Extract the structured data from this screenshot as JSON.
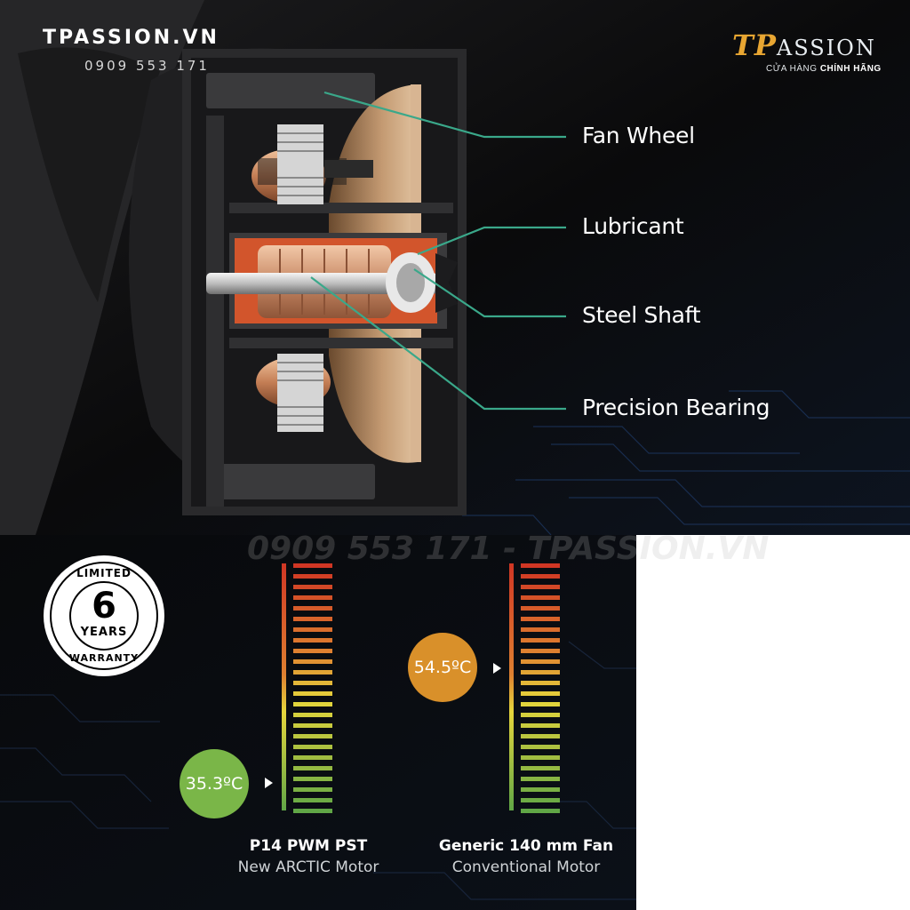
{
  "header": {
    "site_name": "TPASSION.VN",
    "phone": "0909 553 171"
  },
  "logo": {
    "brand_tp": "TP",
    "brand_rest": "ASSION",
    "tagline_prefix": "CỬA HÀNG ",
    "tagline_bold": "CHÍNH HÃNG"
  },
  "diagram": {
    "callouts": [
      {
        "label": "Fan Wheel"
      },
      {
        "label": "Lubricant"
      },
      {
        "label": "Steel Shaft"
      },
      {
        "label": "Precision Bearing"
      }
    ],
    "line_color": "#3aa88a"
  },
  "watermark": {
    "text": "0909 553 171 - TPASSION.VN"
  },
  "warranty": {
    "top_text": "LIMITED",
    "number": "6",
    "middle_text": "YEARS",
    "bottom_text": "WARRANTY"
  },
  "comparison": {
    "fans": [
      {
        "name": "P14 PWM PST",
        "sub": "New ARCTIC Motor",
        "temperature": "35.3ºC",
        "temp_color": "#7ab648"
      },
      {
        "name": "Generic 140 mm Fan",
        "sub": "Conventional Motor",
        "temperature": "54.5ºC",
        "temp_color": "#d9902a"
      }
    ]
  }
}
